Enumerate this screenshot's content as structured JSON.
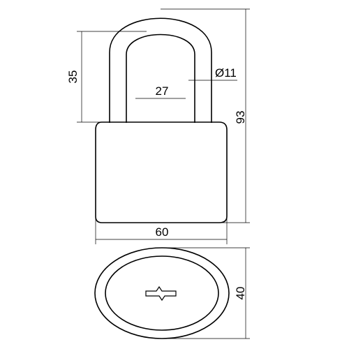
{
  "dimensions": {
    "shackle_height": "35",
    "shackle_inner_width": "27",
    "shackle_diameter": "Ø11",
    "total_height": "93",
    "body_width": "60",
    "body_depth": "40"
  },
  "colors": {
    "line": "#000000",
    "background": "#ffffff"
  }
}
